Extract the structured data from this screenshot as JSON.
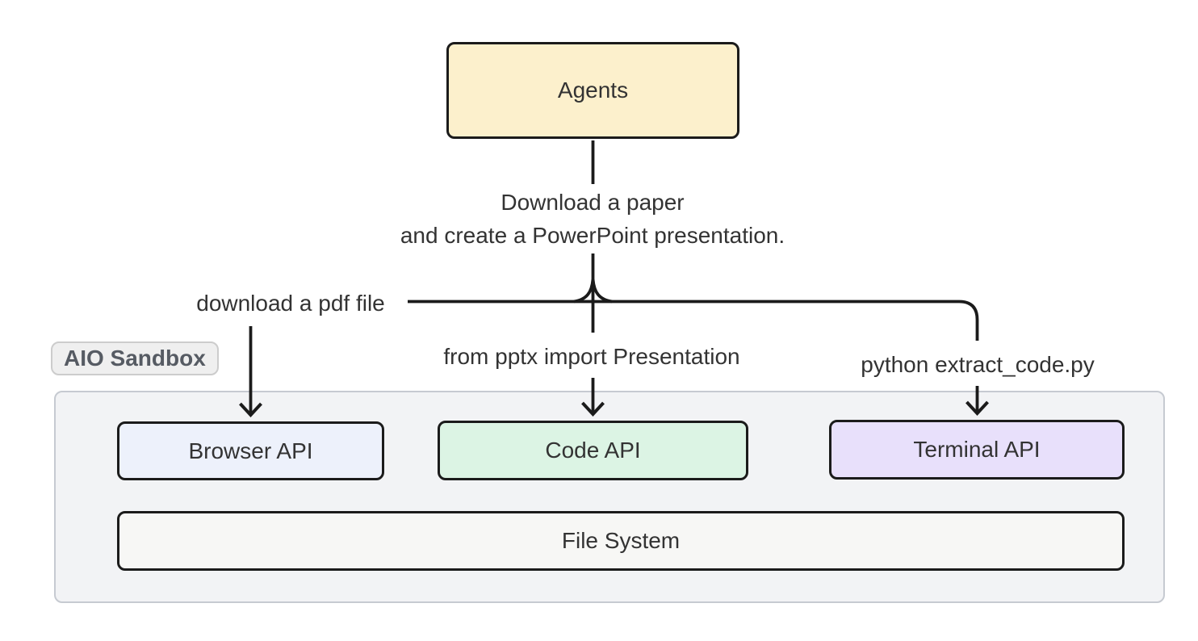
{
  "nodes": {
    "agents": "Agents",
    "browser": "Browser API",
    "code": "Code API",
    "terminal": "Terminal API",
    "filesystem": "File System"
  },
  "labels": {
    "task_line1": "Download a paper",
    "task_line2": "and create a PowerPoint presentation.",
    "edge_browser": "download a pdf file",
    "edge_code": "from pptx import Presentation",
    "edge_terminal": "python extract_code.py",
    "sandbox": "AIO Sandbox"
  },
  "colors": {
    "agents_fill": "#fcf0cc",
    "browser_fill": "#edf1fb",
    "code_fill": "#dcf4e4",
    "terminal_fill": "#e8e0fb",
    "filesystem_fill": "#f7f7f5",
    "sandbox_fill": "#f2f3f5",
    "sandbox_border": "#c6cad1",
    "node_border": "#1b1b1b",
    "edge": "#1b1b1b",
    "text": "#333333",
    "sandbox_label_text": "#565b63",
    "sandbox_label_fill": "#efefef",
    "sandbox_label_border": "#cccccc",
    "background": "#ffffff"
  }
}
